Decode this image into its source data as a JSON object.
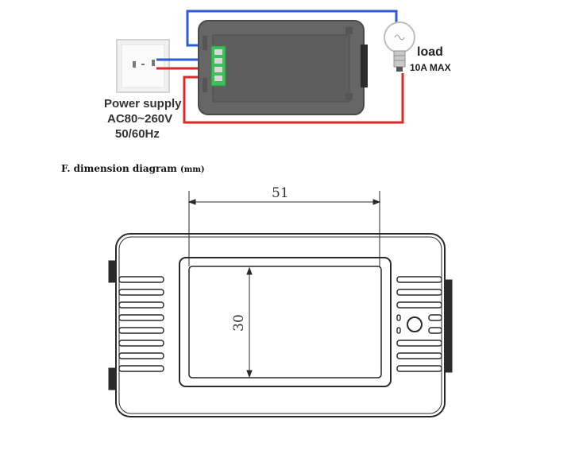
{
  "wiring": {
    "power_supply": [
      "Power supply",
      "AC80~260V",
      "50/60Hz"
    ],
    "load_label": "load",
    "load_max": "10A MAX",
    "colors": {
      "blue_wire": "#2b5bd6",
      "red_wire": "#d92a2a",
      "terminal": "#3fbf5a",
      "module": "#6b6b6b"
    }
  },
  "dimension": {
    "section_title": "F. dimension diagram",
    "section_unit": "(mm)",
    "width_value": "51",
    "height_value": "30"
  }
}
